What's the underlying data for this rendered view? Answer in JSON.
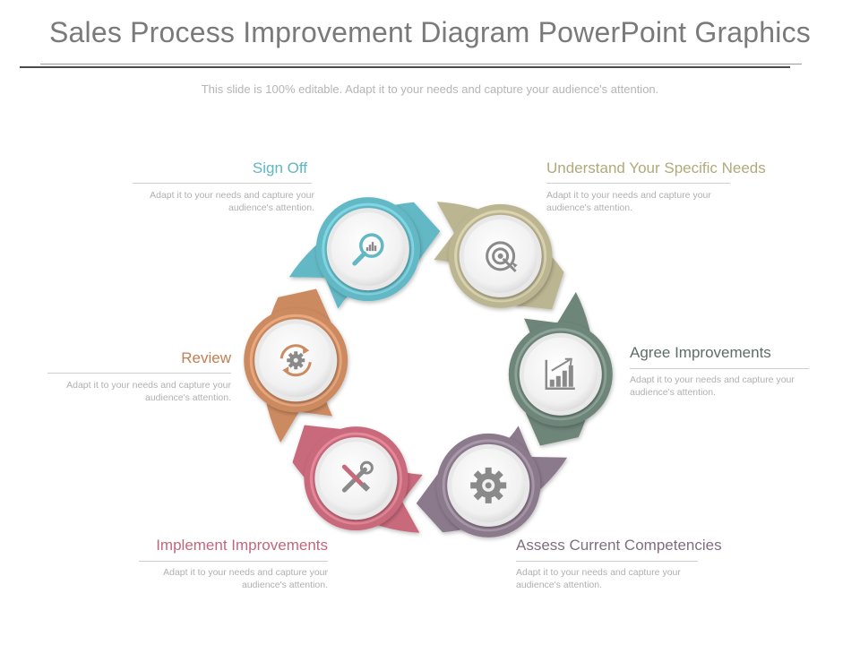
{
  "title": "Sales Process Improvement Diagram PowerPoint Graphics",
  "subtitle": "This slide is 100% editable. Adapt it to your needs and capture your audience's attention.",
  "steps": [
    {
      "label": "Understand Your Specific Needs",
      "desc": "Adapt it to your needs and capture your audience's attention.",
      "color": "#bcb592",
      "icon": "target-icon"
    },
    {
      "label": "Agree Improvements",
      "desc": "Adapt it to your needs and capture your audience's attention.",
      "color": "#6e857a",
      "icon": "bar-chart-icon"
    },
    {
      "label": "Assess Current Competencies",
      "desc": "Adapt it to your needs and capture your audience's attention.",
      "color": "#8b7a8c",
      "icon": "gear-icon"
    },
    {
      "label": "Implement Improvements",
      "desc": "Adapt it to your needs and capture your audience's attention.",
      "color": "#c86a7c",
      "icon": "tools-icon"
    },
    {
      "label": "Review",
      "desc": "Adapt it to your needs and capture your audience's attention.",
      "color": "#cc8a60",
      "icon": "refresh-gear-icon"
    },
    {
      "label": "Sign Off",
      "desc": "Adapt it to your needs and capture your audience's attention.",
      "color": "#63b8c5",
      "icon": "magnifier-chart-icon"
    }
  ]
}
